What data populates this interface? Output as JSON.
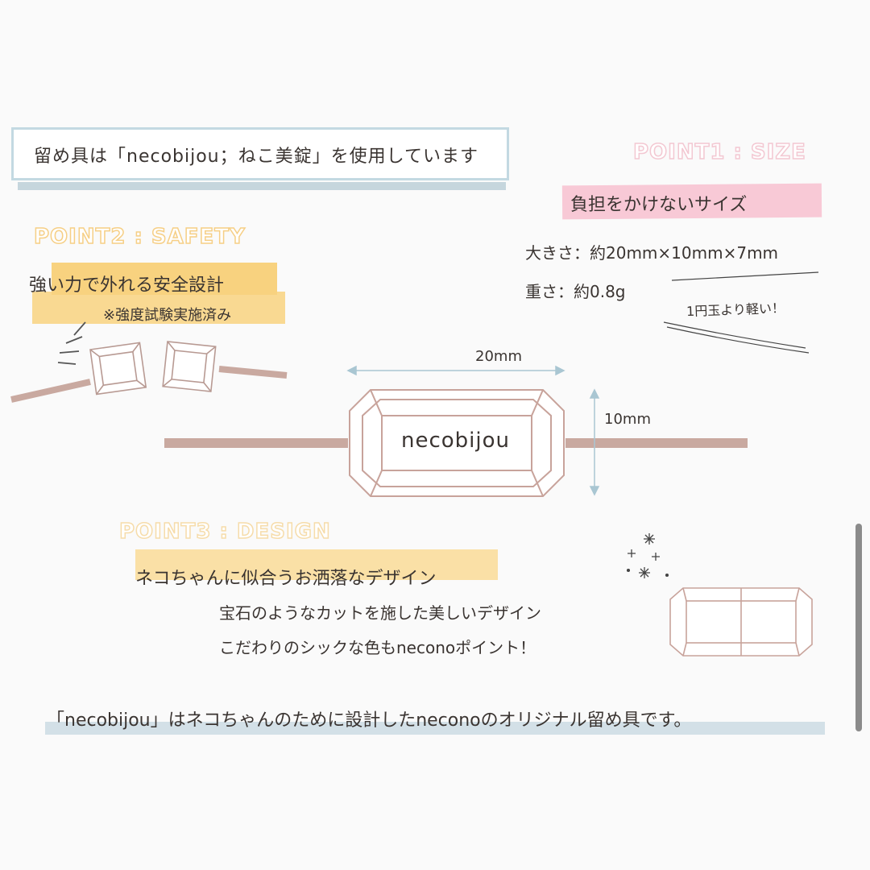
{
  "intro": {
    "text": "留め具は「necobijou；ねこ美錠」を使用しています"
  },
  "point1": {
    "title": "POINT1 : SIZE",
    "headline": "負担をかけないサイズ",
    "size": "大きさ：約20mm×10mm×7mm",
    "weight": "重さ：約0.8g",
    "note": "1円玉より軽い！"
  },
  "point2": {
    "title": "POINT2 : SAFETY",
    "headline": "強い力で外れる安全設計",
    "note": "※強度試験実施済み"
  },
  "diagram": {
    "width_label": "20mm",
    "height_label": "10mm",
    "clasp_label": "necobijou"
  },
  "point3": {
    "title": "POINT3 : DESIGN",
    "headline": "ネコちゃんに似合うお洒落なデザイン",
    "line1": "宝石のようなカットを施した美しいデザイン",
    "line2": "こだわりのシックな色もneconoポイント！"
  },
  "footer": {
    "text": "「necobijou」はネコちゃんのために設計したneconoのオリジナル留め具です。"
  },
  "colors": {
    "pink": "#f8c9d6",
    "yellow": "#f8d27f",
    "blue": "#c3d9e2",
    "strap": "#c9a9a0"
  }
}
